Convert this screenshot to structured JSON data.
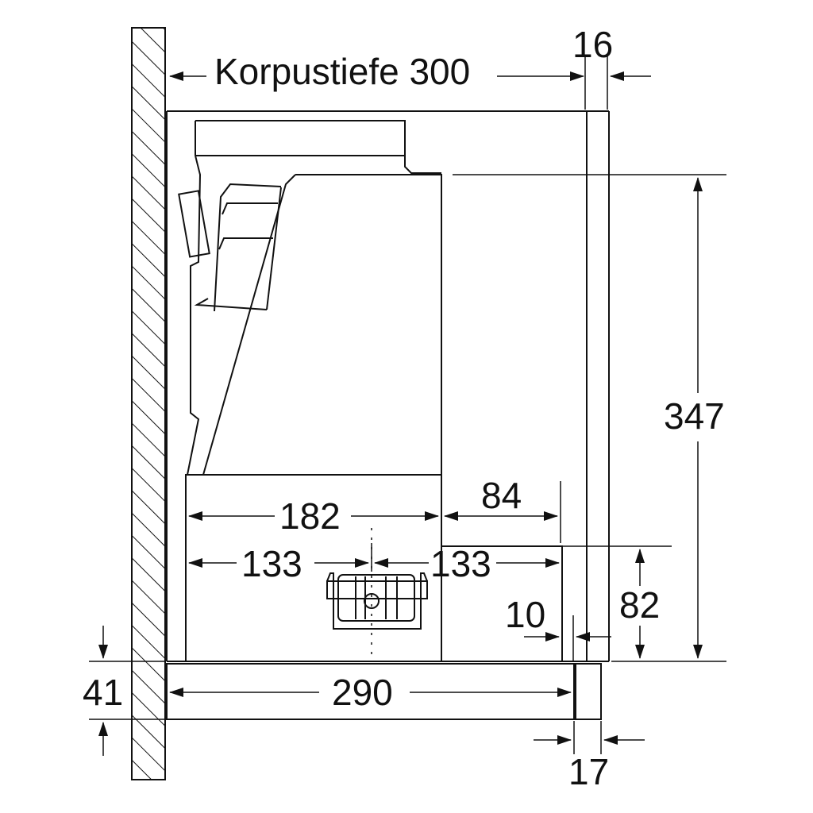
{
  "drawing": {
    "labels": {
      "depth": "Korpustiefe 300",
      "front_thickness": "16",
      "height_total": "347",
      "width_182": "182",
      "width_84": "84",
      "left_133": "133",
      "right_133": "133",
      "offset_10": "10",
      "height_82": "82",
      "bottom_41": "41",
      "shelf_290": "290",
      "panel_17": "17"
    }
  }
}
